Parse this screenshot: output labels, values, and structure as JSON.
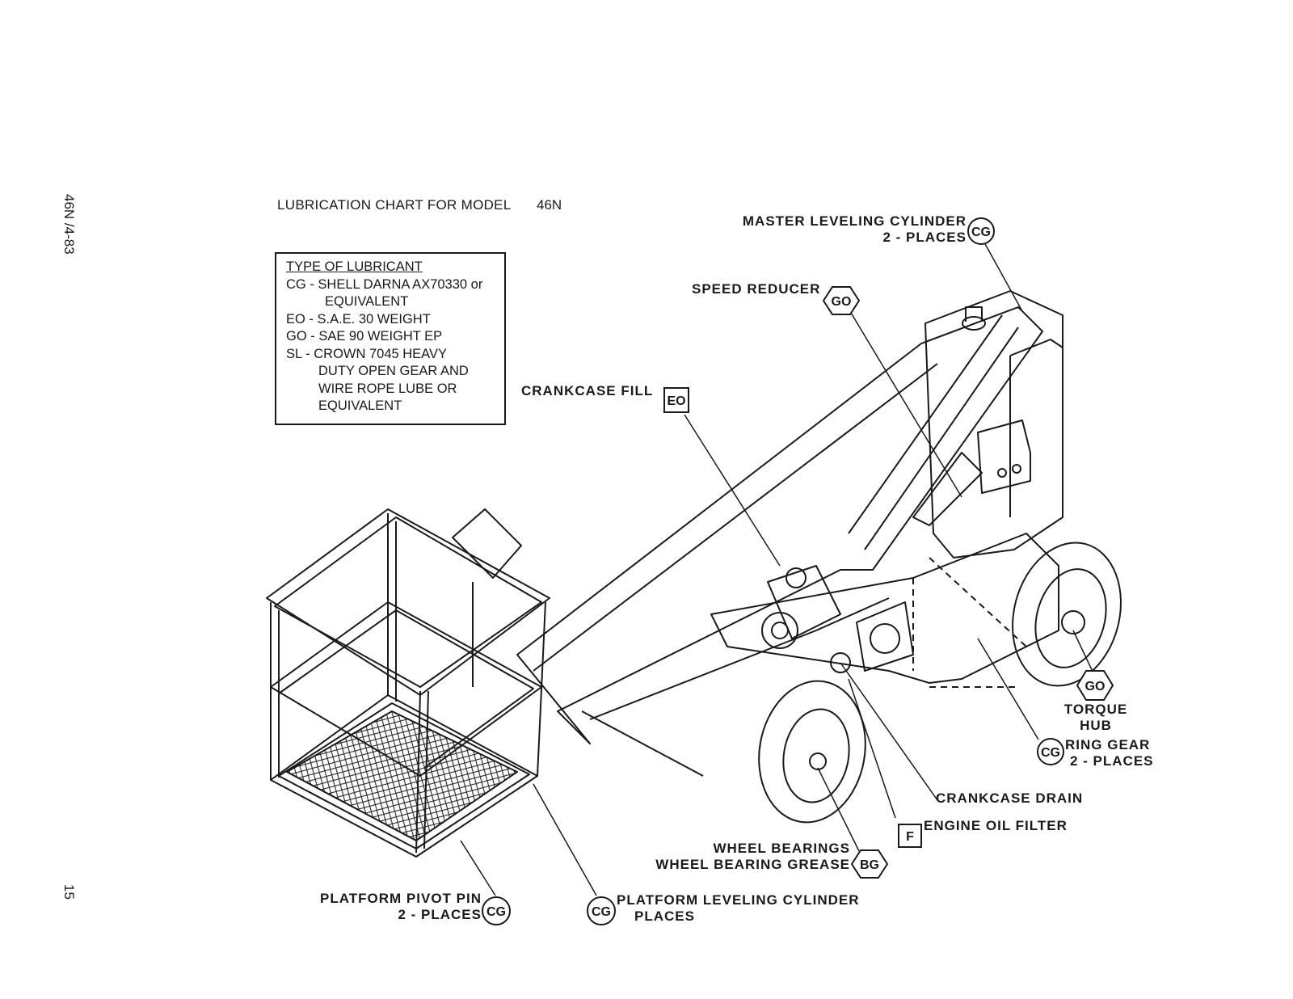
{
  "page": {
    "side_label": "46N /4-83",
    "page_number": "15"
  },
  "chart": {
    "title": "LUBRICATION CHART FOR MODEL",
    "model": "46N"
  },
  "legend": {
    "header": "TYPE OF LUBRICANT",
    "rows": [
      "CG - SHELL DARNA AX70330 or",
      "EQUIVALENT",
      "EO - S.A.E. 30 WEIGHT",
      "GO - SAE 90 WEIGHT EP",
      "SL - CROWN 7045 HEAVY",
      "DUTY OPEN GEAR AND",
      "WIRE ROPE LUBE OR",
      "EQUIVALENT"
    ]
  },
  "callouts": {
    "master_leveling": {
      "line1": "MASTER LEVELING CYLINDER",
      "line2": "2 - PLACES",
      "code": "CG"
    },
    "speed_reducer": {
      "label": "SPEED REDUCER",
      "code": "GO"
    },
    "crankcase_fill": {
      "label": "CRANKCASE FILL",
      "code": "EO"
    },
    "torque_hub": {
      "line1": "TORQUE",
      "line2": "HUB",
      "code": "GO"
    },
    "ring_gear": {
      "line1": "RING GEAR",
      "line2": "2 - PLACES",
      "code": "CG"
    },
    "crankcase_drain": {
      "label": "CRANKCASE DRAIN"
    },
    "engine_oil_filter": {
      "label": "ENGINE OIL FILTER",
      "code": "F"
    },
    "wheel_bearings": {
      "line1": "WHEEL BEARINGS",
      "line2": "WHEEL BEARING GREASE",
      "code": "BG"
    },
    "platform_pivot": {
      "line1": "PLATFORM PIVOT PIN",
      "line2": "2 - PLACES",
      "code": "CG"
    },
    "platform_leveling": {
      "line1": "PLATFORM LEVELING CYLINDER",
      "line2": "PLACES",
      "code": "CG"
    }
  }
}
